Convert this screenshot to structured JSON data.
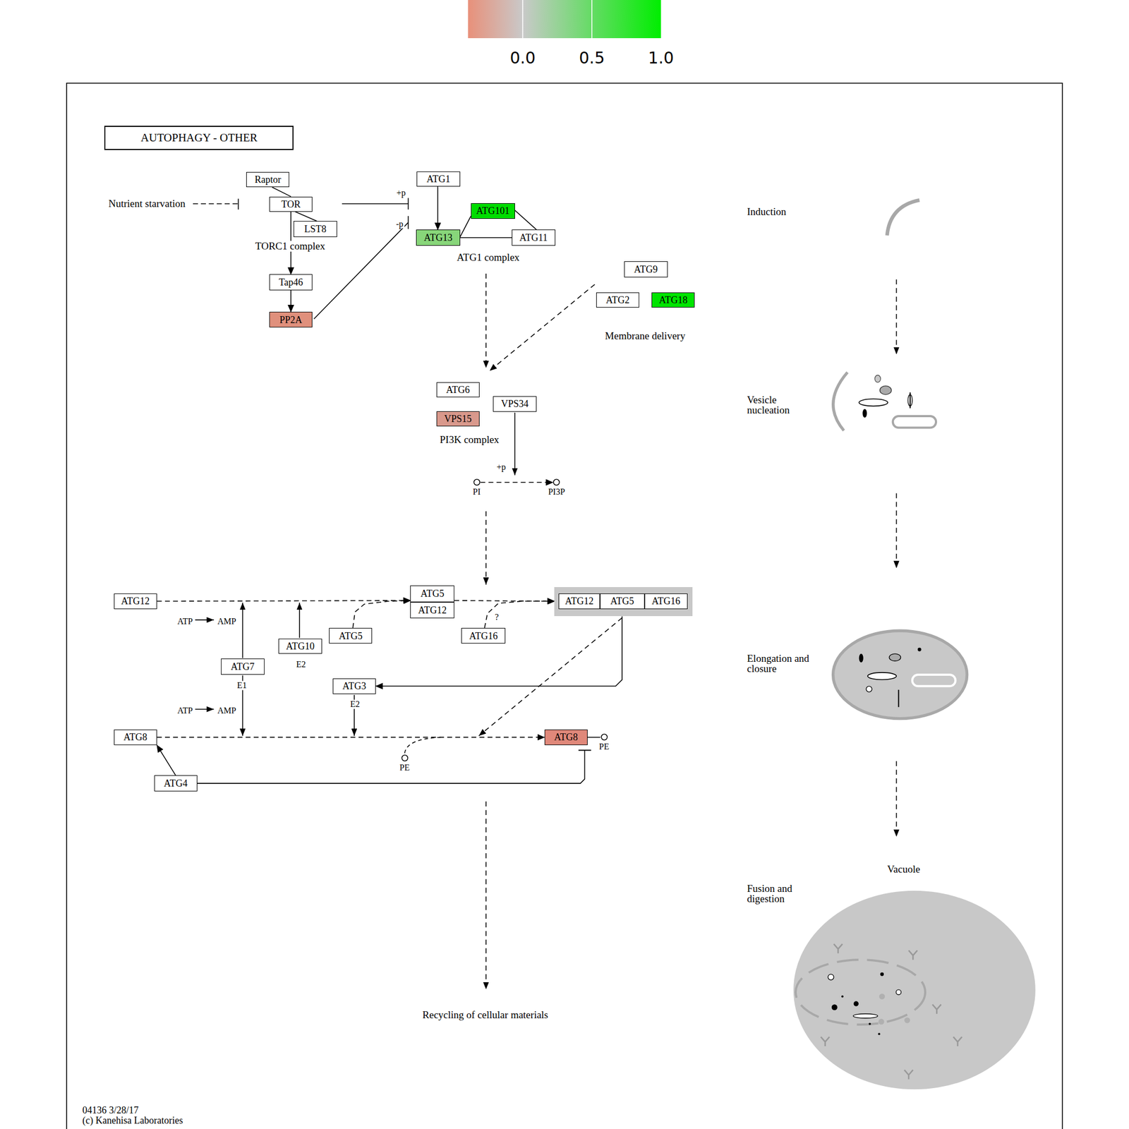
{
  "diagram": {
    "title": "AUTOPHAGY - OTHER",
    "nodes": [
      {
        "text": [
          "Raptor"
        ]
      },
      {
        "text": [
          "TOR"
        ]
      },
      {
        "text": [
          "LST8"
        ]
      },
      {
        "text": [
          "Tap46"
        ]
      },
      {
        "text": [
          "PP2A"
        ]
      },
      {
        "text": [
          "ATG1"
        ]
      },
      {
        "text": [
          "ATG101"
        ]
      },
      {
        "text": [
          "ATG13"
        ]
      },
      {
        "text": [
          "ATG11"
        ]
      },
      {
        "text": [
          "ATG9"
        ]
      },
      {
        "text": [
          "ATG2"
        ]
      },
      {
        "text": [
          "ATG18"
        ]
      },
      {
        "text": [
          "ATG6"
        ]
      },
      {
        "text": [
          "VPS34"
        ]
      },
      {
        "text": [
          "VPS15"
        ]
      },
      {
        "text": [
          "PI"
        ]
      },
      {
        "text": [
          "PI3P"
        ]
      },
      {
        "text": [
          "ATG12"
        ]
      },
      {
        "text": [
          "ATG5"
        ]
      },
      {
        "text": [
          "ATG12"
        ]
      },
      {
        "text": []
      },
      {
        "text": [
          "ATG12"
        ],
        "in": 20
      },
      {
        "text": [
          "ATG5"
        ],
        "in": 20
      },
      {
        "text": [
          "ATG16"
        ],
        "in": 20
      },
      {
        "text": [
          "ATG5"
        ]
      },
      {
        "text": [
          "ATG16"
        ]
      },
      {
        "text": [
          "ATG10"
        ]
      },
      {
        "text": [
          "ATG7"
        ]
      },
      {
        "text": [
          "ATG3"
        ]
      },
      {
        "text": [
          "ATG8"
        ]
      },
      {
        "text": [
          "ATG8"
        ]
      },
      {
        "text": [
          "PE"
        ]
      },
      {
        "text": [
          "PE"
        ]
      },
      {
        "text": [
          "ATG4"
        ]
      }
    ],
    "edges": [
      {
        "from": 0,
        "to": 1,
        "arrow": "none"
      },
      {
        "from": 1,
        "to": 2,
        "arrow": "none"
      },
      {
        "from": 1,
        "to": 3,
        "arrow": "to"
      },
      {
        "from": 3,
        "to": 4,
        "arrow": "to"
      },
      {
        "from": 5,
        "to": 7,
        "arrow": "to"
      },
      {
        "from": 7,
        "to": 6,
        "arrow": "none"
      },
      {
        "from": 7,
        "to": 8,
        "arrow": "none"
      },
      {
        "from": 6,
        "to": 8,
        "arrow": "none"
      },
      {
        "from": 15,
        "to": 16,
        "arrow": "to"
      },
      {
        "from": 17,
        "to": 18,
        "arrow": "to"
      },
      {
        "from": 24,
        "to": 18,
        "arrow": "to"
      },
      {
        "from": 18,
        "to": 20,
        "arrow": "to"
      },
      {
        "from": 25,
        "to": 20,
        "arrow": "to",
        "label": "?"
      },
      {
        "from": 20,
        "to": 28,
        "arrow": "to"
      },
      {
        "from": 29,
        "to": 30,
        "arrow": "to"
      },
      {
        "from": 30,
        "to": 31,
        "arrow": "none"
      },
      {
        "from": 33,
        "to": 29,
        "arrow": "to"
      },
      {
        "from": 33,
        "to": 30,
        "arrow": "to"
      }
    ],
    "labels": [
      "0.0",
      "0.5",
      "1.0",
      "Nutrient starvation",
      "TORC1 complex",
      "+p",
      "-p",
      "ATG1 complex",
      "Membrane delivery",
      "PI3K complex",
      "+p",
      "ATP",
      "AMP",
      "E2",
      "E1",
      "E2",
      "ATP",
      "AMP",
      "Recycling of cellular materials",
      "Induction",
      "Vesicle nucleation",
      "Elongation and closure",
      "Vacuole",
      "Fusion and digestion",
      "04136 3/28/17",
      "(c) Kanehisa Laboratories"
    ]
  }
}
